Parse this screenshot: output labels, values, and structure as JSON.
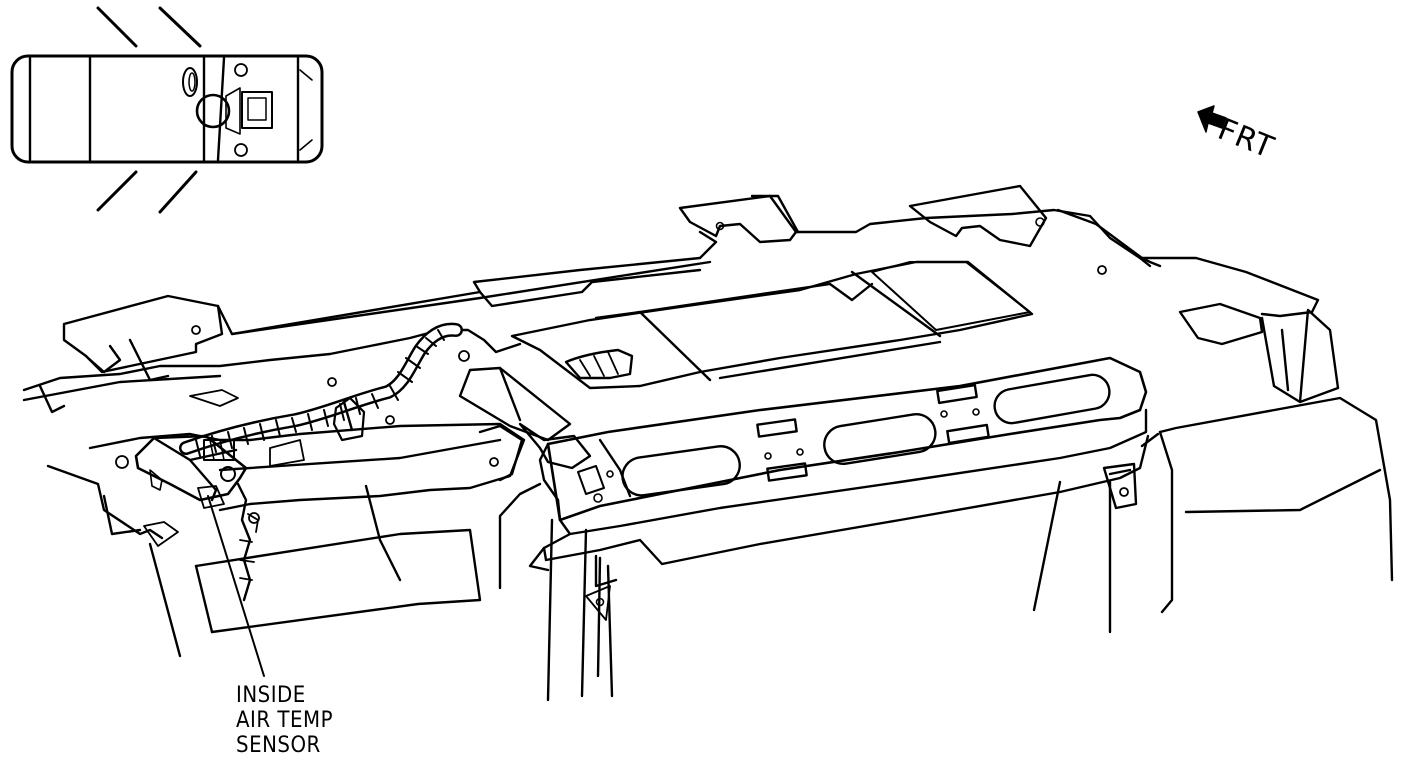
{
  "diagram": {
    "line_color": "#000000",
    "background": "#ffffff",
    "callout": {
      "lines": [
        "INSIDE",
        "AIR TEMP",
        "SENSOR"
      ]
    },
    "direction_indicator": {
      "label": "FRT",
      "icon": "arrow-left-icon"
    },
    "locator_view": {
      "icon": "vehicle-top-view-icon"
    }
  }
}
